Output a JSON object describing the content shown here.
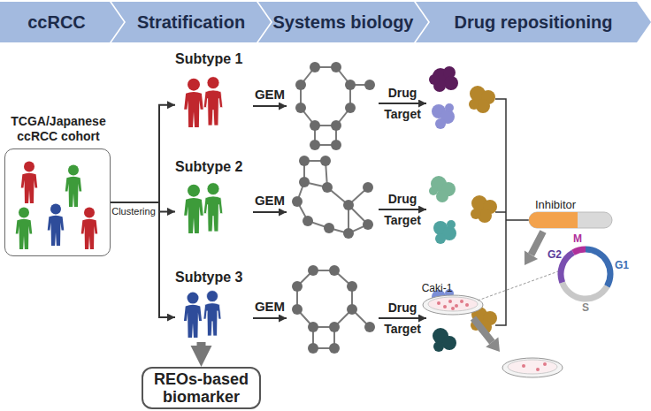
{
  "diagram": {
    "nodes": [
      {
        "text": [
          "ccRCC"
        ]
      },
      {
        "text": [
          "Stratification"
        ]
      },
      {
        "text": [
          "Systems biology"
        ]
      },
      {
        "text": [
          "Drug repositioning"
        ]
      },
      {
        "text": [
          "TCGA/Japanese ccRCC cohort"
        ]
      },
      {
        "text": [
          "Subtype 1"
        ]
      },
      {
        "text": [
          "Subtype 2"
        ]
      },
      {
        "text": [
          "Subtype 3"
        ]
      },
      {
        "text": [
          "REOs-based biomarker"
        ]
      }
    ],
    "edges": [
      {
        "from": 4,
        "to": 5,
        "arrow": "to"
      },
      {
        "from": 4,
        "to": 6,
        "arrow": "to"
      },
      {
        "from": 4,
        "to": 7,
        "arrow": "to"
      },
      {
        "from": 7,
        "to": 8,
        "arrow": "to"
      }
    ],
    "labels": [
      "Clustering",
      "GEM",
      "Drug",
      "Target",
      "GEM",
      "Drug",
      "Target",
      "GEM",
      "Drug",
      "Target",
      "Inhibitor",
      "Caki-1",
      "M",
      "G2",
      "G1",
      "S"
    ]
  }
}
